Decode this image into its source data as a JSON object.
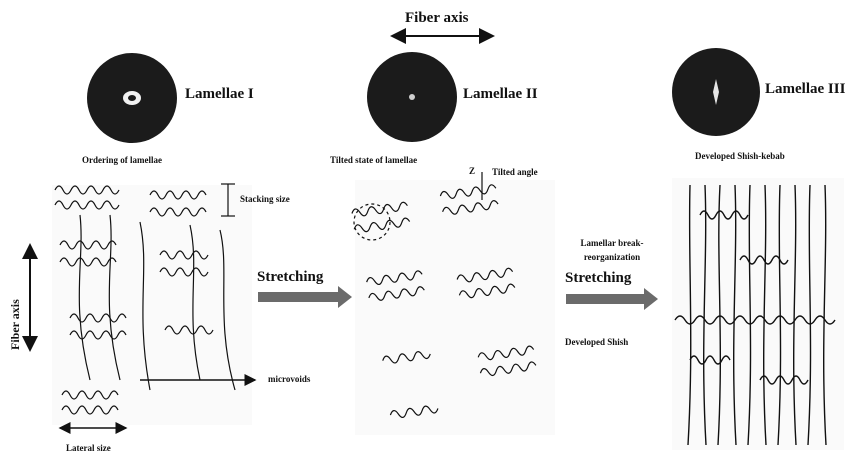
{
  "header": {
    "fiber_axis": "Fiber axis"
  },
  "stages": [
    {
      "lamellae_label": "Lamellae I",
      "caption": "Ordering of lamellae"
    },
    {
      "lamellae_label": "Lamellae II",
      "caption": "Tilted state of lamellae"
    },
    {
      "lamellae_label": "Lamellae III",
      "caption": "Developed Shish-kebab"
    }
  ],
  "annotations": {
    "stacking_size": "Stacking size",
    "tilted_angle": "Tilted angle",
    "tilt_symbol": "Z",
    "microvoids": "microvoids",
    "lateral_size": "Lateral size",
    "fiber_axis_vertical": "Fiber axis"
  },
  "arrows": {
    "stretch_1": "Stretching",
    "stretch_2": "Stretching",
    "lamellar_break": "Lamellar break-reorganization",
    "developed_shish": "Developed Shish"
  },
  "colors": {
    "ink": "#111111",
    "arrow_gray": "#6b6b6b"
  }
}
